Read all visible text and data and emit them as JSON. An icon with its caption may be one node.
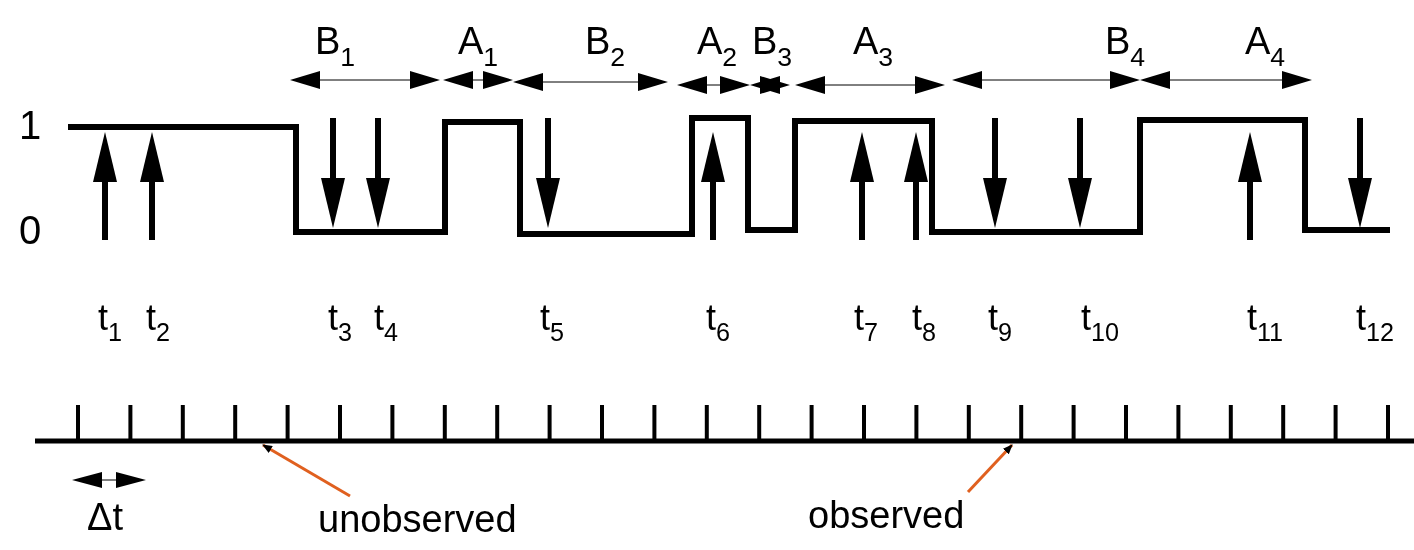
{
  "diagram": {
    "nodes": [
      {
        "text": [
          "unobserved"
        ]
      },
      {
        "text": [
          "observed"
        ]
      },
      {
        "text": [],
        "shape": "bar"
      }
    ],
    "edges": [
      {
        "from": 0,
        "to": 2,
        "arrow": "to"
      },
      {
        "from": 1,
        "to": 2,
        "arrow": "to"
      }
    ],
    "labels": [
      "B$_{1}$",
      "A$_{1}$",
      "B$_{2}$",
      "A$_{2}$",
      "B$_{3}$",
      "A$_{3}$",
      "B$_{4}$",
      "A$_{4}$",
      "1",
      "0",
      "t$_{1}$",
      "t$_{2}$",
      "t$_{3}$",
      "t$_{4}$",
      "t$_{5}$",
      "t$_{6}$",
      "t$_{7}$",
      "t$_{8}$",
      "t$_{9}$",
      "t$_{10}$",
      "t$_{11}$",
      "t$_{12}$",
      "Δt"
    ]
  }
}
